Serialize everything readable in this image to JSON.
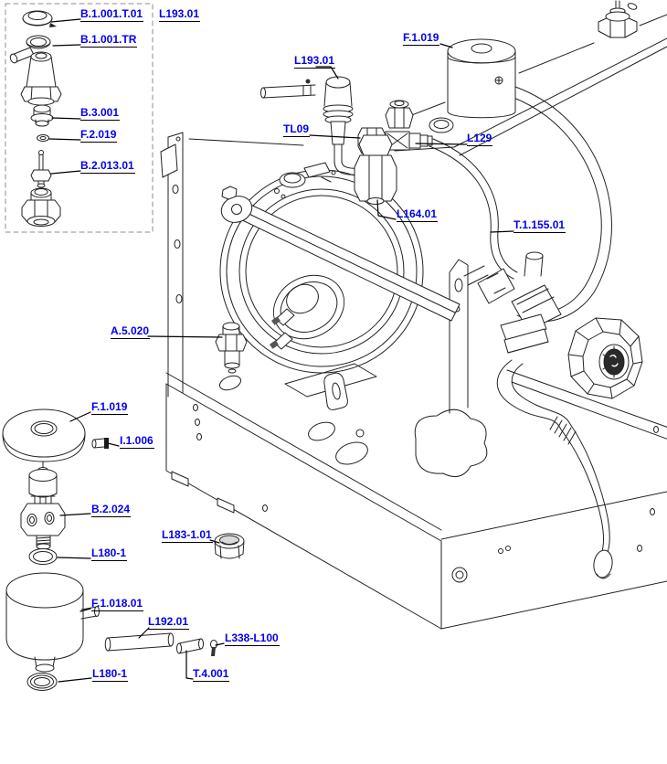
{
  "diagram": {
    "type": "exploded-parts-diagram",
    "subject": "espresso machine boiler and frame assembly",
    "colors": {
      "label_link": "#0000EE",
      "leader_line": "#000000",
      "artwork_line": "#222222",
      "detail_box_border": "#8c8c8c"
    },
    "labels": {
      "b1001t01": "B.1.001.T.01",
      "l193_box": "L193.01",
      "b1001tr": "B.1.001.TR",
      "b3001": "B.3.001",
      "f2019": "F.2.019",
      "b201301": "B.2.013.01",
      "l193": "L193.01",
      "f1019_top": "F.1.019",
      "tl09": "TL09",
      "l129": "L129",
      "l164": "L164.01",
      "t115501": "T.1.155.01",
      "a5020": "A.5.020",
      "f1019_left": "F.1.019",
      "i1006": "I.1.006",
      "b2024": "B.2.024",
      "l180_upper": "L180-1",
      "l183101": "L183-1.01",
      "f101801": "F.1.018.01",
      "l192": "L192.01",
      "l338l100": "L338-L100",
      "t4001": "T.4.001",
      "l180_lower": "L180-1"
    }
  }
}
